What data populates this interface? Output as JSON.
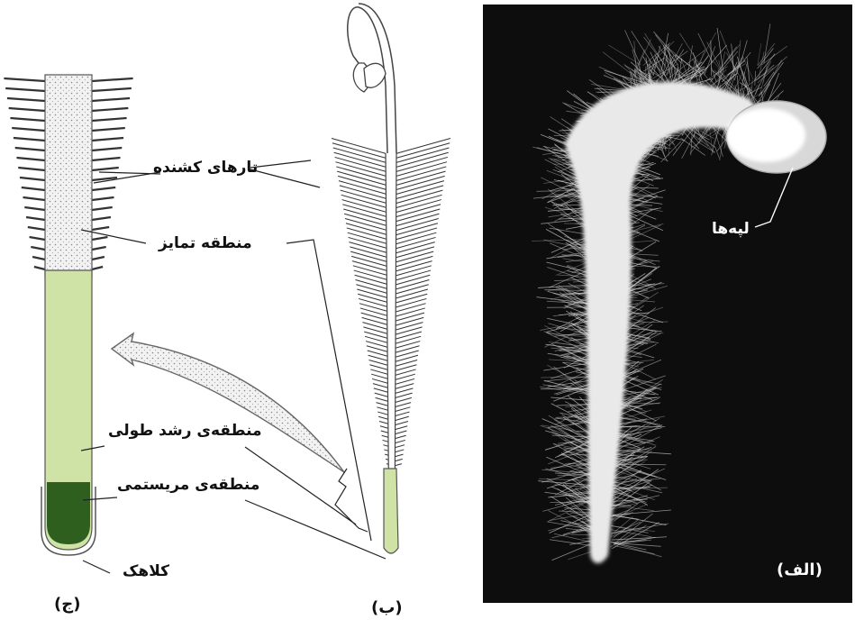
{
  "labels": {
    "root_hairs": "تارهای کشنده",
    "maturation_zone": "منطقه تمایز",
    "elongation_zone": "منطقه‌ی رشد طولی",
    "meristem_zone": "منطقه‌ی مریستمی",
    "root_cap": "کلاهک",
    "cotyledons": "لپه‌ها"
  },
  "captions": {
    "a": "(الف)",
    "b": "(ب)",
    "c": "(ج)"
  },
  "colors": {
    "elongation": "#cfe3a6",
    "meristem": "#2f5f1f",
    "photo_bg": "#0d0d0d",
    "line": "#222222"
  }
}
